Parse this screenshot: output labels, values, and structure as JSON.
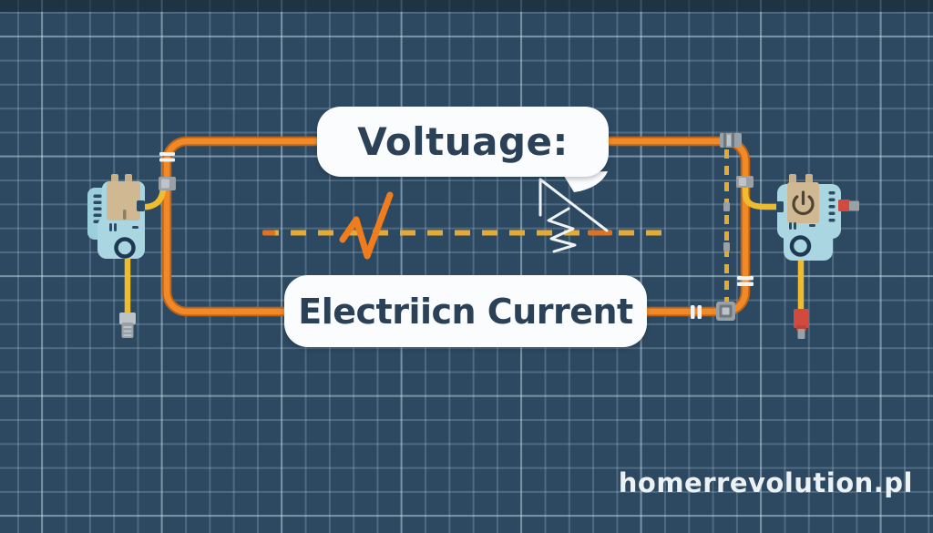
{
  "labels": {
    "voltage": "Voltuage:",
    "current": "Electriicn Current"
  },
  "watermark": "homerrevolution.pl",
  "icons": {
    "power_icon": "power symbol on right adapter",
    "spark_zigzag_icon": "orange spark zigzag on dashed current line",
    "cursor_arrow_icon": "white cursor arrow sketch under voltage bubble",
    "resistor_spring_icon": "white spring/resistor zigzag sketch"
  },
  "colors": {
    "background": "#2d4961",
    "gridLine": "rgba(186,212,228,0.24)",
    "gridBright": "rgba(219,238,248,0.30)",
    "wireCore": "#f18a26",
    "wireEdge": "#bf6418",
    "dashGold": "#e7a92f",
    "dashOrange": "#e2711d",
    "sparkOrange": "#ef7d1e",
    "cableYellow": "#eebc2e",
    "deviceBlue": "#a9d6e1",
    "deviceBlueDark": "#9ccfdc",
    "panelTan": "#cfb892",
    "prongTan": "#c8b089",
    "detailNavy": "#2d4a63",
    "ringNavy": "#1e3a52",
    "connectorGray": "#99a1a7",
    "connectorGrayLight": "#bcc4c9",
    "connectorGrayDark": "#6f787d",
    "connectorRed": "#d2493e",
    "bubbleWhite": "#fbfcfd",
    "textNavy": "#2a4158",
    "whiteLine": "#eef3f6",
    "watermark": "#ecf1f4",
    "powerIcon": "#4d4433"
  }
}
